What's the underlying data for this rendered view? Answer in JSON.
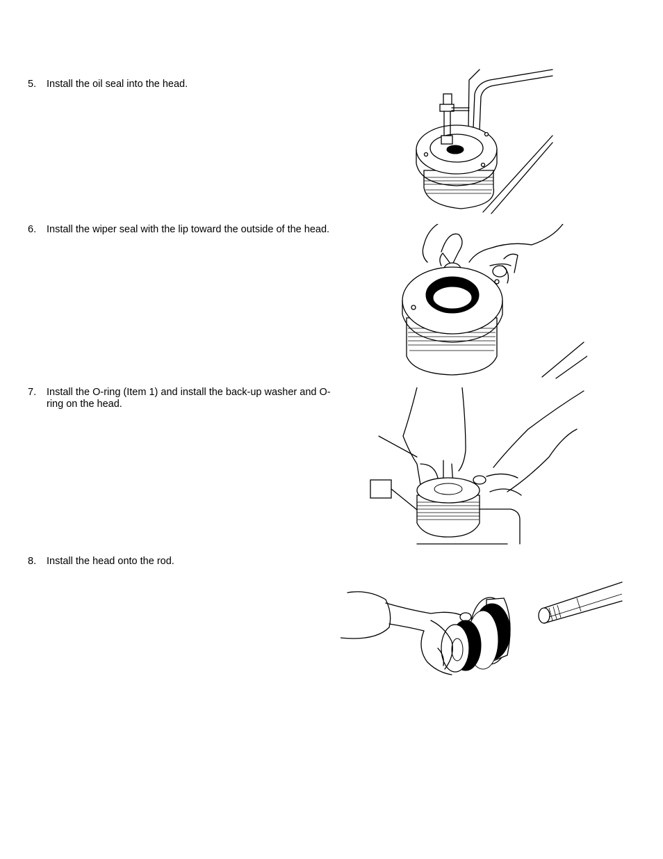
{
  "steps": [
    {
      "number": "5.",
      "text": "Install the oil seal into the head."
    },
    {
      "number": "6.",
      "text": "Install the wiper seal with the lip toward the outside of the head."
    },
    {
      "number": "7.",
      "text": "Install the O-ring (Item 1) and install the back-up washer and O-ring on the head."
    },
    {
      "number": "8.",
      "text": "Install the head onto the rod."
    }
  ]
}
